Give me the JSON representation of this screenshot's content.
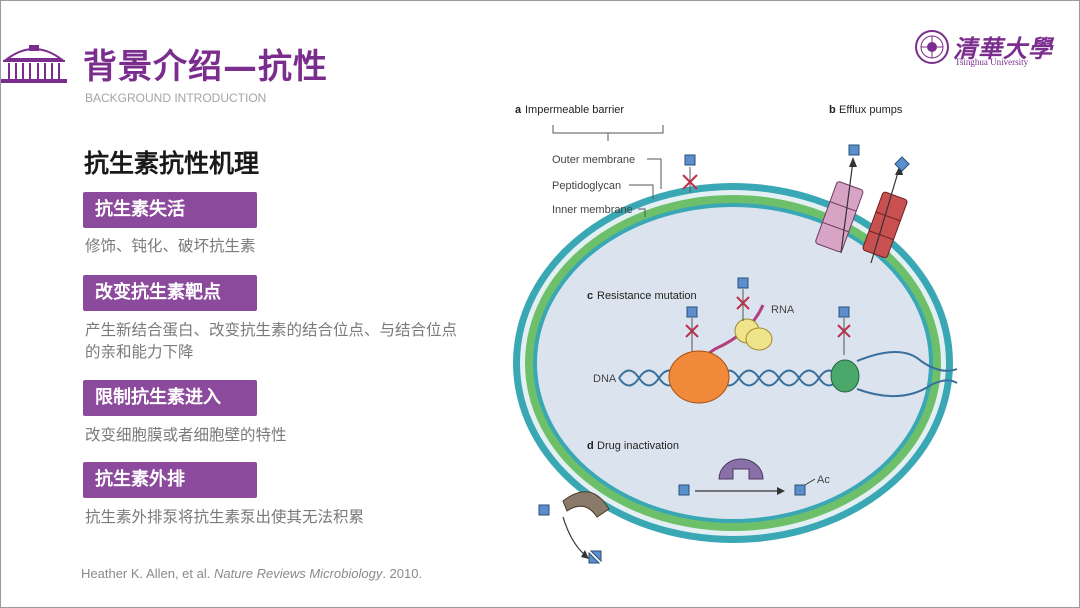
{
  "slide": {
    "title": "背景介绍—抗性",
    "subtitle": "BACKGROUND INTRODUCTION",
    "university_cn": "清華大學",
    "university_en": "Tsinghua University",
    "section_heading": "抗生素抗性机理",
    "items": [
      {
        "label": "抗生素失活",
        "description": "修饰、钝化、破坏抗生素"
      },
      {
        "label": "改变抗生素靶点",
        "description": "产生新结合蛋白、改变抗生素的结合位点、与结合位点的亲和能力下降"
      },
      {
        "label": "限制抗生素进入",
        "description": "改变细胞膜或者细胞壁的特性"
      },
      {
        "label": "抗生素外排",
        "description": "抗生素外排泵将抗生素泵出使其无法积累"
      }
    ],
    "citation": {
      "authors": "Heather K. Allen, et al.",
      "journal": "Nature Reviews Microbiology",
      "year": ". 2010."
    }
  },
  "figure": {
    "panel_a": {
      "letter": "a",
      "title": "Impermeable barrier"
    },
    "panel_b": {
      "letter": "b",
      "title": "Efflux pumps"
    },
    "panel_c": {
      "letter": "c",
      "title": "Resistance mutation"
    },
    "panel_d": {
      "letter": "d",
      "title": "Drug inactivation"
    },
    "membrane_labels": [
      "Outer membrane",
      "Peptidoglycan",
      "Inner membrane"
    ],
    "rna_label": "RNA",
    "dna_label": "DNA",
    "ac_label": "Ac"
  },
  "colors": {
    "accent_purple": "#7b2d8e",
    "pill_purple": "#8c4a9c",
    "outer_membrane": "#3aa8b4",
    "peptidoglycan": "#6dbf6a",
    "cytoplasm": "#dbe4ee",
    "drug_blue": "#5a8fcc",
    "x_mark_red": "#c0304a"
  }
}
